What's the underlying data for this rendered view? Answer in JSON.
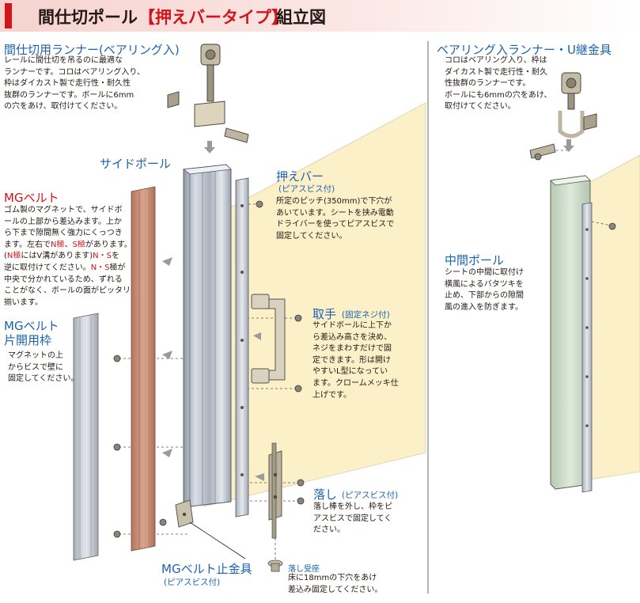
{
  "header": {
    "title_part1": "間仕切ポール",
    "title_part2": "【押えバータイプ】",
    "title_part3": "組立図"
  },
  "colors": {
    "accent_red": "#d2141d",
    "label_blue": "#1d62ae",
    "sheet": "#fbf0c8",
    "belt": "#c98a74"
  },
  "runner_bearing": {
    "title": "間仕切用ランナー(ベアリング入)",
    "description": "レールに間仕切を吊るのに最適な\nランナーです。コロはベアリング入り、\n枠はダイカスト製で走行性・耐久性\n抜群のランナーです。ボールに6mm\nの穴をあけ、取付けてください。"
  },
  "runner_u": {
    "title": "ベアリング入ランナー・U継金具",
    "description": "コロはベアリング入り、枠は\nダイカスト製で走行性・耐久\n性抜群のランナーです。\nボールにも6mmの穴をあけ、\n取付けてください。"
  },
  "side_pole": {
    "title": "サイドポール"
  },
  "mg_belt": {
    "title": "MGベルト",
    "description_lines": [
      {
        "text": "ゴム製のマグネットで、サイドボ"
      },
      {
        "text": "ールの上部から差込みます。上か"
      },
      {
        "text": "ら下まで隙間無く強力にくっつき"
      },
      {
        "text": "ます。左右で",
        "n": "N極",
        "mid": "、",
        "s": "S極",
        "tail": "があります。"
      },
      {
        "text": "(",
        "n": "N極",
        "mid": "にはV溝があります)",
        "s": "N・S",
        "tail": "を"
      },
      {
        "text": "逆に取付けてください。",
        "n": "N・S",
        "tail": "極が"
      },
      {
        "text": "中央で分かれているため、ずれる"
      },
      {
        "text": "ことがなく、ボールの面がピッタリ"
      },
      {
        "text": "揃います。"
      }
    ]
  },
  "mg_frame": {
    "title_line1": "MGベルト",
    "title_line2": "片開用枠",
    "description": "マグネットの上\nからビスで壁に\n固定してください。"
  },
  "press_bar": {
    "title": "押えバー",
    "subtitle": "(ピアスビス付)",
    "description": "所定のピッチ(350mm)で下穴が\nあいています。シートを挟み電動\nドライバーを使ってピアスビスで\n固定してください。"
  },
  "handle": {
    "title": "取手",
    "subtitle": "(固定ネジ付)",
    "description": "サイドボールに上下か\nら差込み高さを決め、\nネジをまわすだけで固\n定できます。形は開け\nやすいL型になってい\nます。クロームメッキ仕\n上げです。"
  },
  "middle_pole": {
    "title": "中間ポール",
    "description": "シートの中間に取付け\n横風によるバタツキを\n止め、下部からの隙間\n風の進入を防ぎます。"
  },
  "drop_bolt": {
    "title": "落し",
    "subtitle": "(ピアスビス付)",
    "description": "落し棒を外し、枠をピ\nアスビスで固定してく\nださい。"
  },
  "drop_receiver": {
    "title": "落し受座",
    "description": "床に18mmの下穴をあけ\n差込み固定してください。"
  },
  "belt_bracket": {
    "title": "MGベルト止金具",
    "subtitle": "(ピアスビス付)"
  }
}
